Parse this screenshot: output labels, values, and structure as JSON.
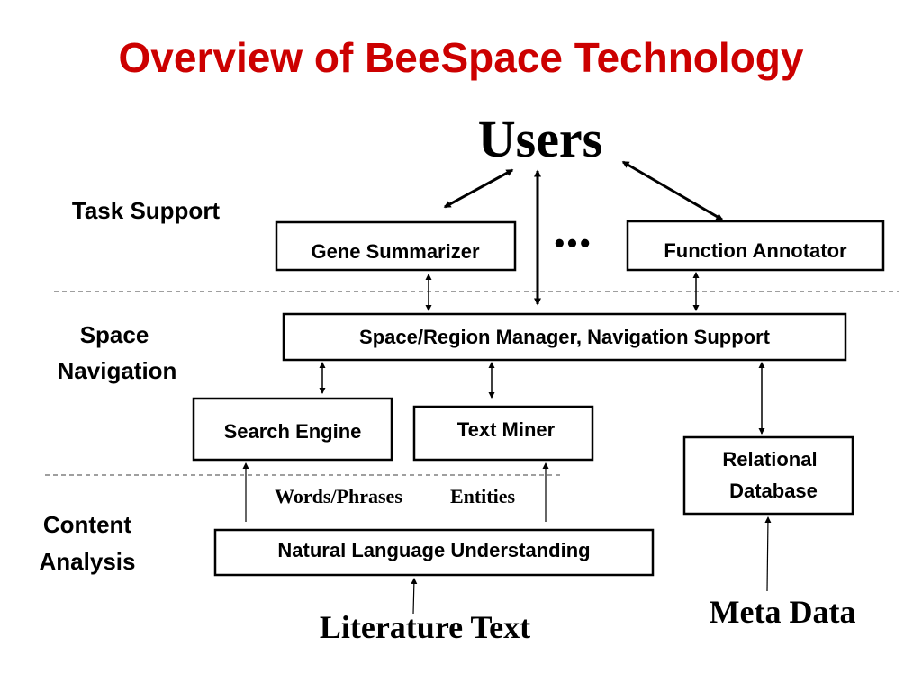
{
  "title": "Overview of BeeSpace Technology",
  "colors": {
    "title": "#cc0000",
    "lines": "#000000",
    "dashes": "#666666"
  },
  "users": "Users",
  "ellipsis": "•••",
  "layers": {
    "task_support": "Task Support",
    "space_navigation": [
      "Space",
      "Navigation"
    ],
    "content_analysis": [
      "Content",
      "Analysis"
    ]
  },
  "components": {
    "gene_summarizer": "Gene Summarizer",
    "function_annotator": "Function Annotator",
    "space_region_manager": "Space/Region Manager, Navigation Support",
    "search_engine": "Search Engine",
    "text_miner": "Text Miner",
    "relational_database": [
      "Relational",
      "Database"
    ],
    "nlu": "Natural Language Understanding"
  },
  "flows": {
    "words_phrases": "Words/Phrases",
    "entities": "Entities"
  },
  "sources": {
    "literature_text": "Literature Text",
    "meta_data": "Meta Data"
  }
}
